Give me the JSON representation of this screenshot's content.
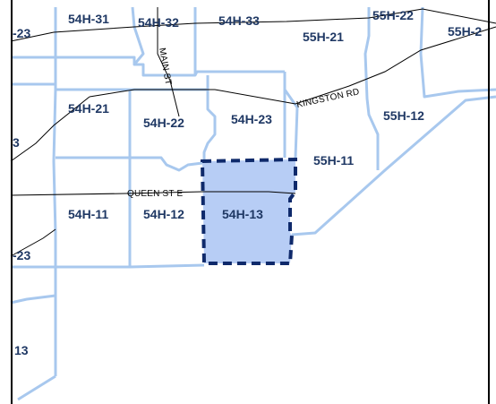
{
  "map": {
    "colors": {
      "background": "#ffffff",
      "grid_line": "#a8c8ee",
      "road_line": "#000000",
      "label": "#1f3864",
      "selected_fill": "#b7cdf5",
      "selected_border": "#0f2a6b"
    },
    "selected_tile": "54H-13",
    "tiles": {
      "t_54h31": "54H-31",
      "t_54h32": "54H-32",
      "t_54h33": "54H-33",
      "t_55h22": "55H-22",
      "t_55h21": "55H-21",
      "t_55h2x": "55H-2",
      "t_54h23_left": "-23",
      "t_54h21": "54H-21",
      "t_54h22": "54H-22",
      "t_54h23": "54H-23",
      "t_55h12": "55H-12",
      "t_13_left": "3",
      "t_55h11": "55H-11",
      "t_54h11": "54H-11",
      "t_54h12": "54H-12",
      "t_54h13": "54H-13",
      "t_23_left_low": "-23",
      "t_13_left_low": "13"
    },
    "roads": {
      "main_st": "MAIN ST",
      "kingston_rd": "KINGSTON RD",
      "queen_st_e": "QUEEN ST E"
    }
  }
}
